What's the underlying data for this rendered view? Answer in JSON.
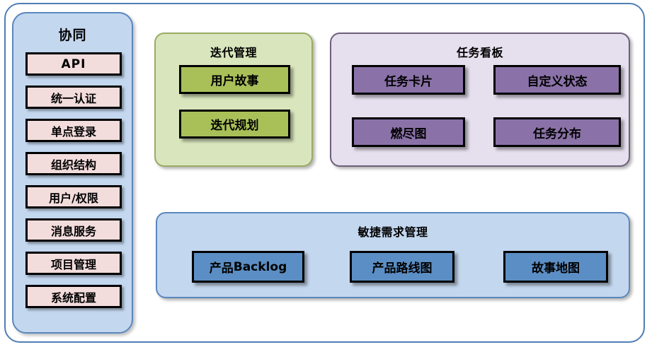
{
  "diagram": {
    "sidebar": {
      "title": "协同",
      "items": [
        {
          "label": "API",
          "style": "sans"
        },
        {
          "label": "统一认证",
          "style": "serif"
        },
        {
          "label": "单点登录",
          "style": "serif"
        },
        {
          "label": "组织结构",
          "style": "serif"
        },
        {
          "label": "用户/权限",
          "style": "serif"
        },
        {
          "label": "消息服务",
          "style": "serif"
        },
        {
          "label": "项目管理",
          "style": "serif"
        },
        {
          "label": "系统配置",
          "style": "serif"
        }
      ]
    },
    "groups": {
      "iteration": {
        "title": "迭代管理",
        "nodes": [
          {
            "label": "用户故事"
          },
          {
            "label": "迭代规划"
          }
        ]
      },
      "taskboard": {
        "title": "任务看板",
        "nodes": [
          {
            "label": "任务卡片"
          },
          {
            "label": "自定义状态"
          },
          {
            "label": "燃尽图"
          },
          {
            "label": "任务分布"
          }
        ]
      },
      "agile": {
        "title": "敏捷需求管理",
        "nodes": [
          {
            "label_cjk": "产品",
            "label_latin": "Backlog"
          },
          {
            "label": "产品路线图"
          },
          {
            "label": "故事地图"
          }
        ]
      }
    },
    "colors": {
      "frame_border": "#4f7eb3",
      "sidebar_fill": "#c3d7ef",
      "sidebar_border": "#5b87bd",
      "sidebar_item_fill": "#f3dcdc",
      "iteration_fill": "#d9e6bd",
      "iteration_border": "#9aab63",
      "iteration_node_fill": "#a9c059",
      "taskboard_fill": "#e6dfee",
      "taskboard_border": "#6e5f7b",
      "taskboard_node_fill": "#8a72a8",
      "agile_fill": "#c3d7ef",
      "agile_border": "#5b87bd",
      "agile_node_fill": "#5b8ec4",
      "node_border": "#000000"
    }
  }
}
